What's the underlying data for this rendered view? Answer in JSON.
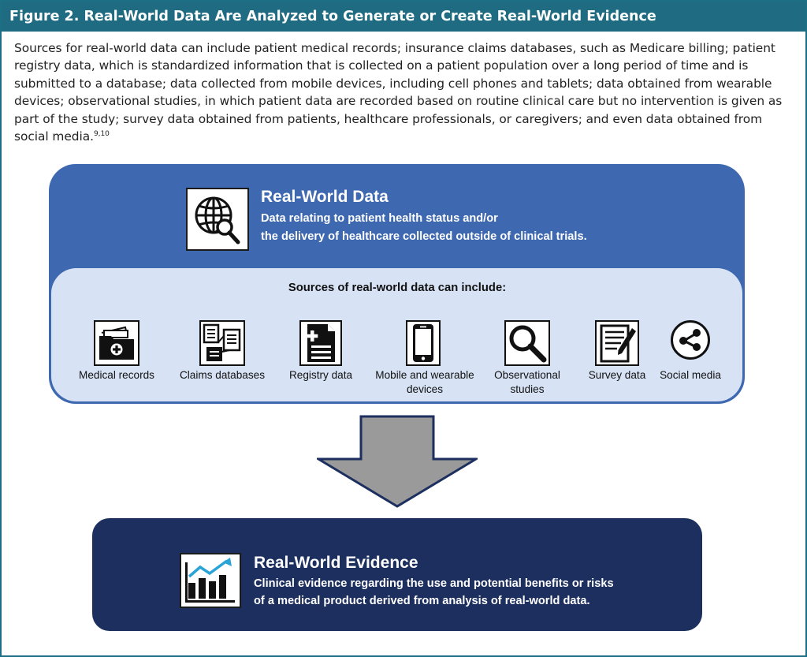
{
  "figure": {
    "title": "Figure 2. Real-World Data Are Analyzed to Generate or Create Real-World Evidence",
    "intro": "Sources for real-world data can include patient medical records; insurance claims databases, such as Medicare billing; patient registry data, which is standardized information that is collected on a patient population over a long period of time and is submitted to a database; data collected from mobile devices, including cell phones and tablets; data obtained from wearable devices; observational studies, in which patient data are recorded based on routine clinical care but no intervention is given as part of the study; survey data obtained from patients, healthcare professionals, or caregivers; and even data obtained from social media.",
    "intro_refs": "9,10"
  },
  "real_world_data": {
    "title": "Real-World Data",
    "desc_line1": "Data relating to patient health status and/or",
    "desc_line2": "the delivery of healthcare collected outside of clinical trials.",
    "icon": "globe-search-icon"
  },
  "sources": {
    "heading": "Sources of real-world data can include:",
    "items": [
      {
        "label": "Medical records",
        "icon": "medical-records-icon"
      },
      {
        "label": "Claims databases",
        "icon": "claims-databases-icon"
      },
      {
        "label": "Registry data",
        "icon": "registry-data-icon"
      },
      {
        "label_line1": "Mobile and wearable",
        "label_line2": "devices",
        "icon": "mobile-device-icon"
      },
      {
        "label_line1": "Observational",
        "label_line2": "studies",
        "icon": "magnifier-icon"
      },
      {
        "label": "Survey data",
        "icon": "survey-icon"
      },
      {
        "label": "Social media",
        "icon": "share-icon"
      }
    ]
  },
  "real_world_evidence": {
    "title": "Real-World Evidence",
    "desc_line1": "Clinical evidence regarding the use and potential benefits or risks",
    "desc_line2": "of a medical product derived from analysis of real-world data.",
    "icon": "bar-chart-trend-icon"
  },
  "colors": {
    "header": "#1e6b82",
    "rwd_box": "#3e68b0",
    "sources_box": "#d7e3f5",
    "arrow": "#9a9a9a",
    "rwe_box": "#1c2f5e"
  }
}
